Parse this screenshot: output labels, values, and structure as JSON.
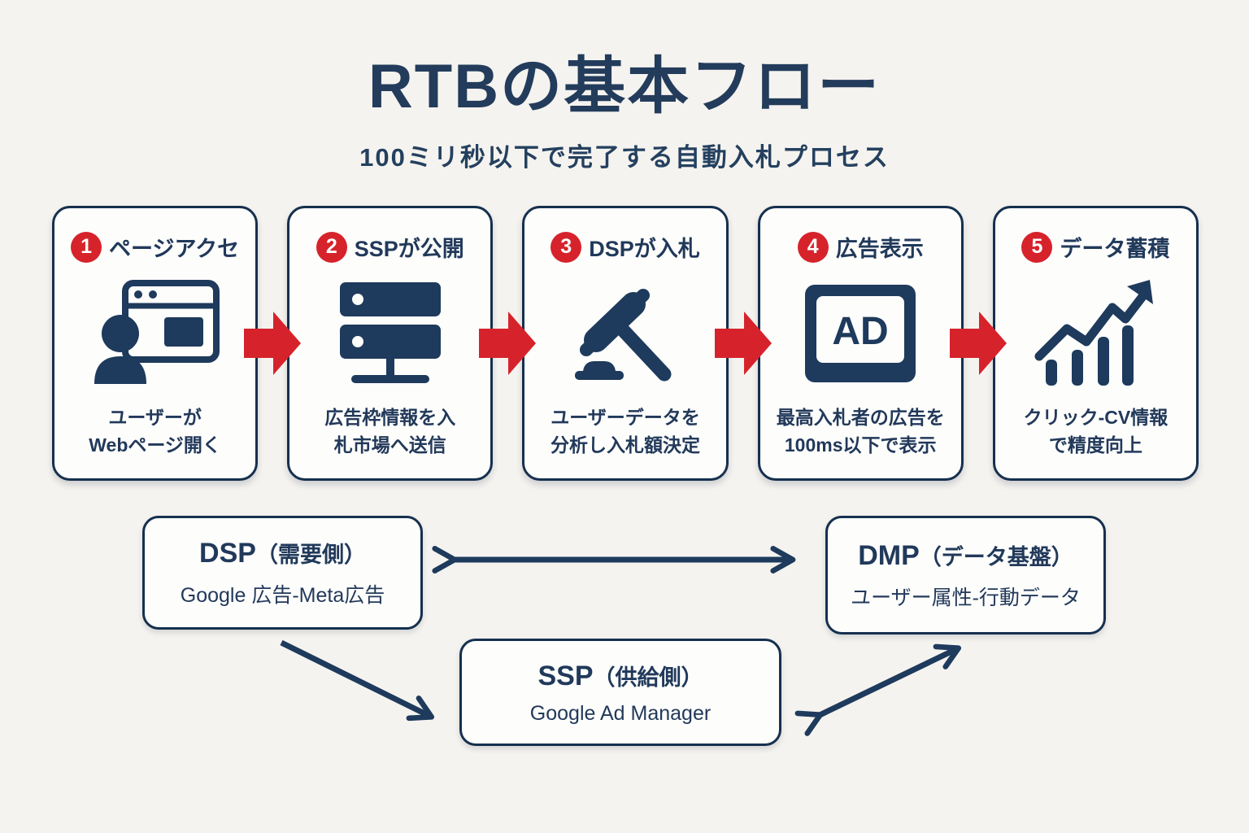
{
  "header": {
    "title": "RTBの基本フロー",
    "subtitle": "100ミリ秒以下で完了する自動入札プロセス"
  },
  "steps": [
    {
      "number": "1",
      "title": "ページアクセ",
      "icon": "user-browser-icon",
      "description_line1": "ユーザーが",
      "description_line2": "Webページ開く"
    },
    {
      "number": "2",
      "title": "SSPが公開",
      "icon": "ad-server-icon",
      "description_line1": "広告枠情報を入",
      "description_line2": "札市場へ送信"
    },
    {
      "number": "3",
      "title": "DSPが入札",
      "icon": "gavel-icon",
      "description_line1": "ユーザーデータを",
      "description_line2": "分析し入札額決定"
    },
    {
      "number": "4",
      "title": "広告表示",
      "icon": "ad-display-icon",
      "icon_label": "AD",
      "description_line1": "最高入札者の広告を",
      "description_line2": "100ms以下で表示"
    },
    {
      "number": "5",
      "title": "データ蓄積",
      "icon": "growth-chart-icon",
      "description_line1": "クリック-CV情報",
      "description_line2": "で精度向上"
    }
  ],
  "entities": {
    "dsp": {
      "name": "DSP",
      "role": "（需要側）",
      "detail": "Google 広告-Meta広告"
    },
    "dmp": {
      "name": "DMP",
      "role": "（データ基盤）",
      "detail": "ユーザー属性-行動データ"
    },
    "ssp": {
      "name": "SSP",
      "role": "（供給側）",
      "detail": "Google Ad Manager"
    }
  },
  "colors": {
    "navy": "#1e3a5c",
    "red": "#d6232b",
    "background": "#f5f3ef",
    "card_background": "#fdfdfc"
  }
}
